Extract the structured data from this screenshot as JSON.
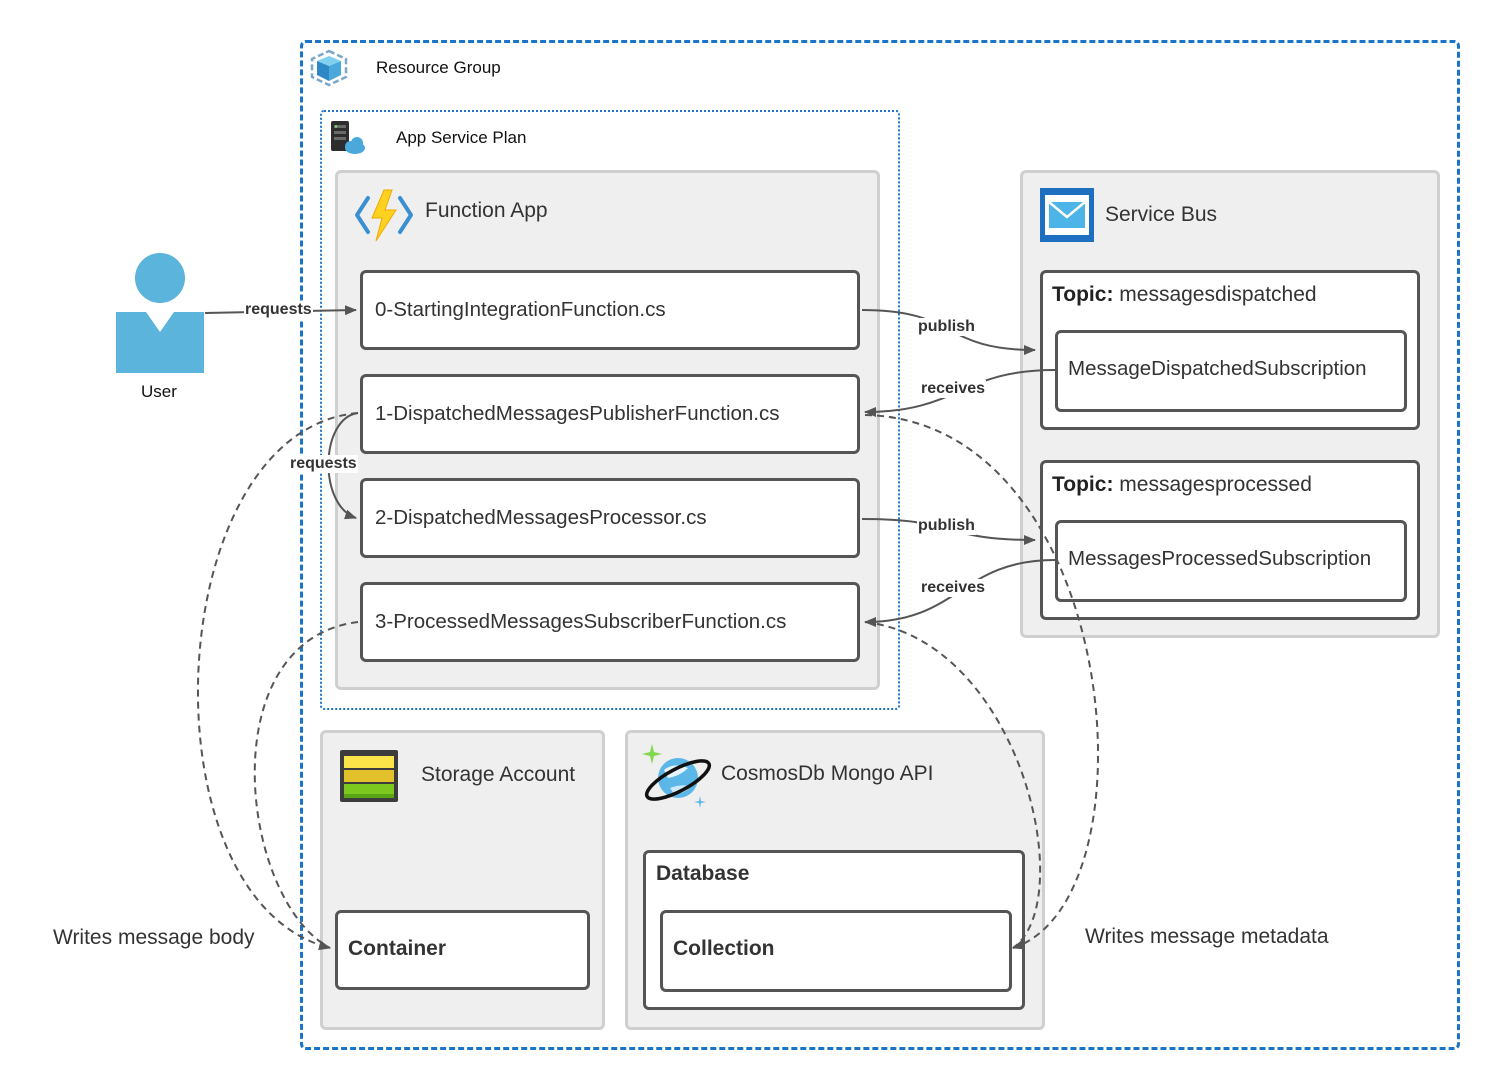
{
  "resource_group": {
    "label": "Resource Group",
    "icon": "cube-icon"
  },
  "app_service_plan": {
    "label": "App Service Plan",
    "icon": "server-cloud-icon"
  },
  "function_app": {
    "label": "Function App",
    "icon": "lightning-brackets-icon",
    "functions": [
      "0-StartingIntegrationFunction.cs",
      "1-DispatchedMessagesPublisherFunction.cs",
      "2-DispatchedMessagesProcessor.cs",
      "3-ProcessedMessagesSubscriberFunction.cs"
    ]
  },
  "service_bus": {
    "label": "Service Bus",
    "icon": "envelope-icon",
    "topics": [
      {
        "prefix": "Topic:",
        "name": "messagesdispatched",
        "subscription": "MessageDispatchedSubscription"
      },
      {
        "prefix": "Topic:",
        "name": "messagesprocessed",
        "subscription": "MessagesProcessedSubscription"
      }
    ]
  },
  "storage_account": {
    "label": "Storage Account",
    "icon": "storage-icon",
    "container": "Container"
  },
  "cosmos": {
    "label": "CosmosDb Mongo API",
    "icon": "cosmos-planet-icon",
    "database": "Database",
    "collection": "Collection"
  },
  "user": {
    "label": "User",
    "icon": "user-icon"
  },
  "edges": {
    "requests_user": "requests",
    "requests_internal": "requests",
    "publish_1": "publish",
    "receives_1": "receives",
    "publish_2": "publish",
    "receives_2": "receives"
  },
  "notes": {
    "left": "Writes message body",
    "right": "Writes message metadata"
  },
  "colors": {
    "group_border": "#1a74c8",
    "panel_bg": "#efefef",
    "icon_blue": "#5ab4dc",
    "bolt_yellow": "#ffd21f"
  }
}
